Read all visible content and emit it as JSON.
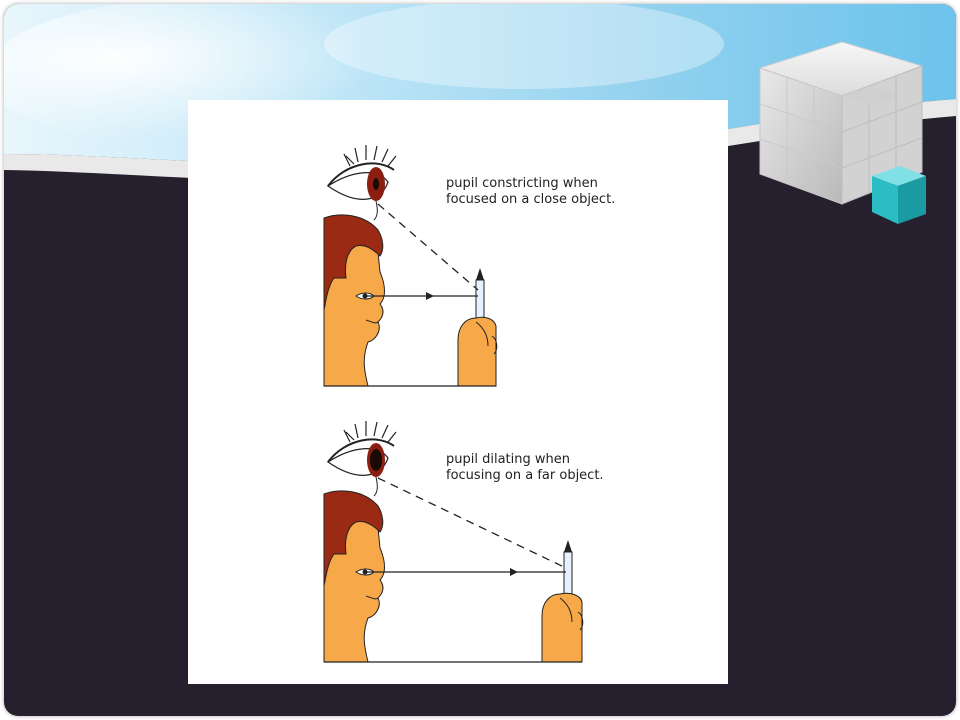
{
  "slide": {
    "theme": {
      "background_dark": "#26202e",
      "sky_light": "#e3f3fb",
      "sky_mid": "#9fd6f0",
      "cube_gray": "#e8e8e8",
      "cube_accent": "#2bbcc4"
    }
  },
  "figure": {
    "panels": [
      {
        "caption_line1": "pupil constricting when",
        "caption_line2": "focused on a close object."
      },
      {
        "caption_line1": "pupil dilating when",
        "caption_line2": "focusing on a far object."
      }
    ],
    "colors": {
      "skin": "#f7a848",
      "hair": "#9b2a14",
      "iris": "#8a1e10",
      "pupil": "#1a0a05",
      "line": "#222222"
    }
  }
}
